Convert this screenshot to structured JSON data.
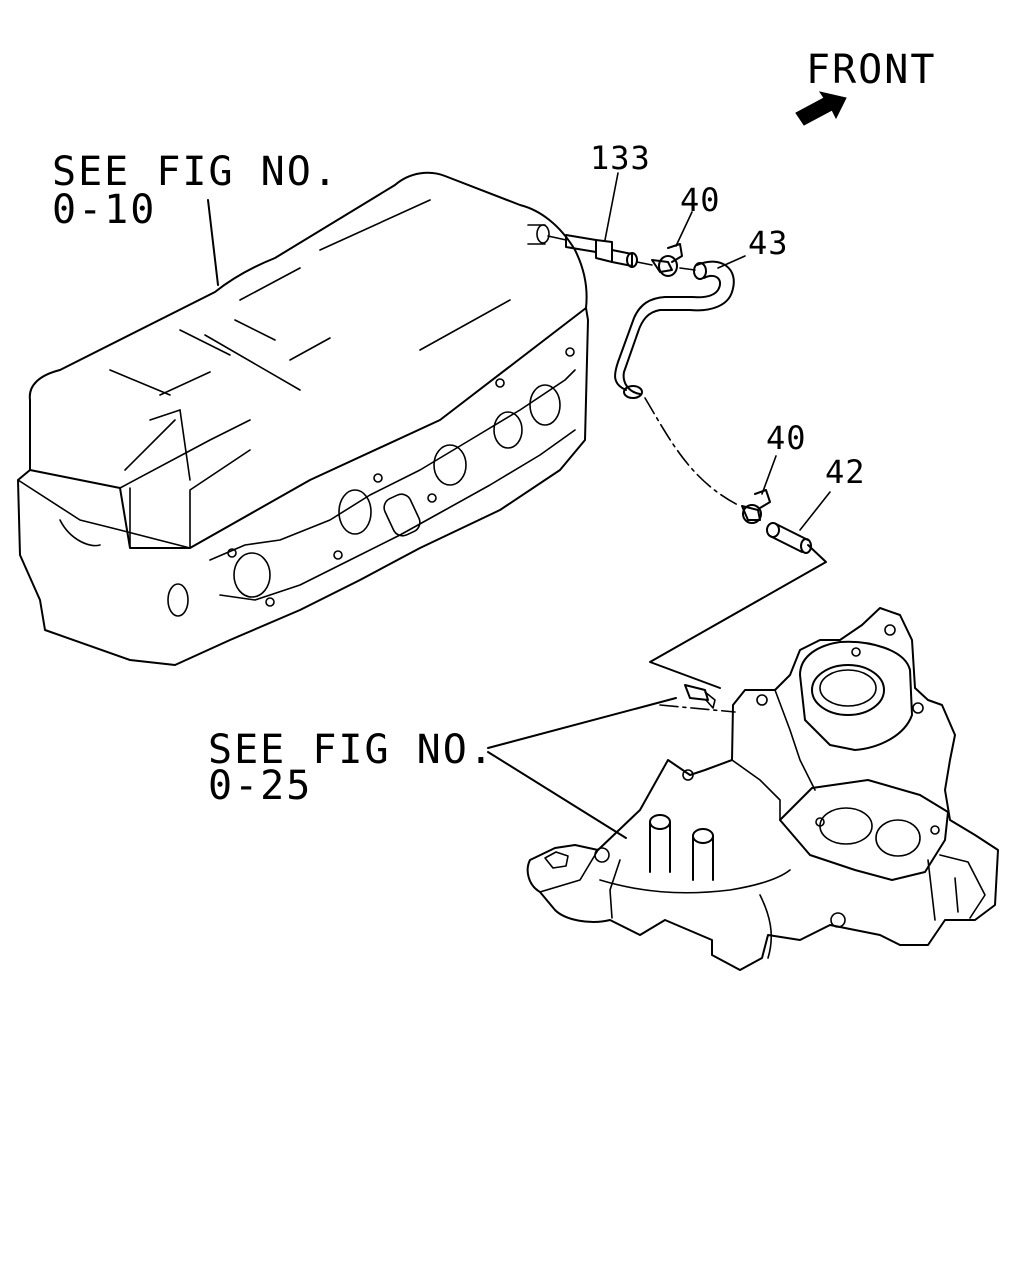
{
  "orientation": {
    "label": "FRONT"
  },
  "references": [
    {
      "id": "cylinder-head",
      "line1": "SEE FIG NO.",
      "line2": "0-10"
    },
    {
      "id": "intake-manifold",
      "line1": "SEE FIG NO.",
      "line2": "0-25"
    }
  ],
  "part_callouts": [
    {
      "id": "p133",
      "number": "133"
    },
    {
      "id": "p40a",
      "number": "40"
    },
    {
      "id": "p43",
      "number": "43"
    },
    {
      "id": "p40b",
      "number": "40"
    },
    {
      "id": "p42",
      "number": "42"
    }
  ]
}
